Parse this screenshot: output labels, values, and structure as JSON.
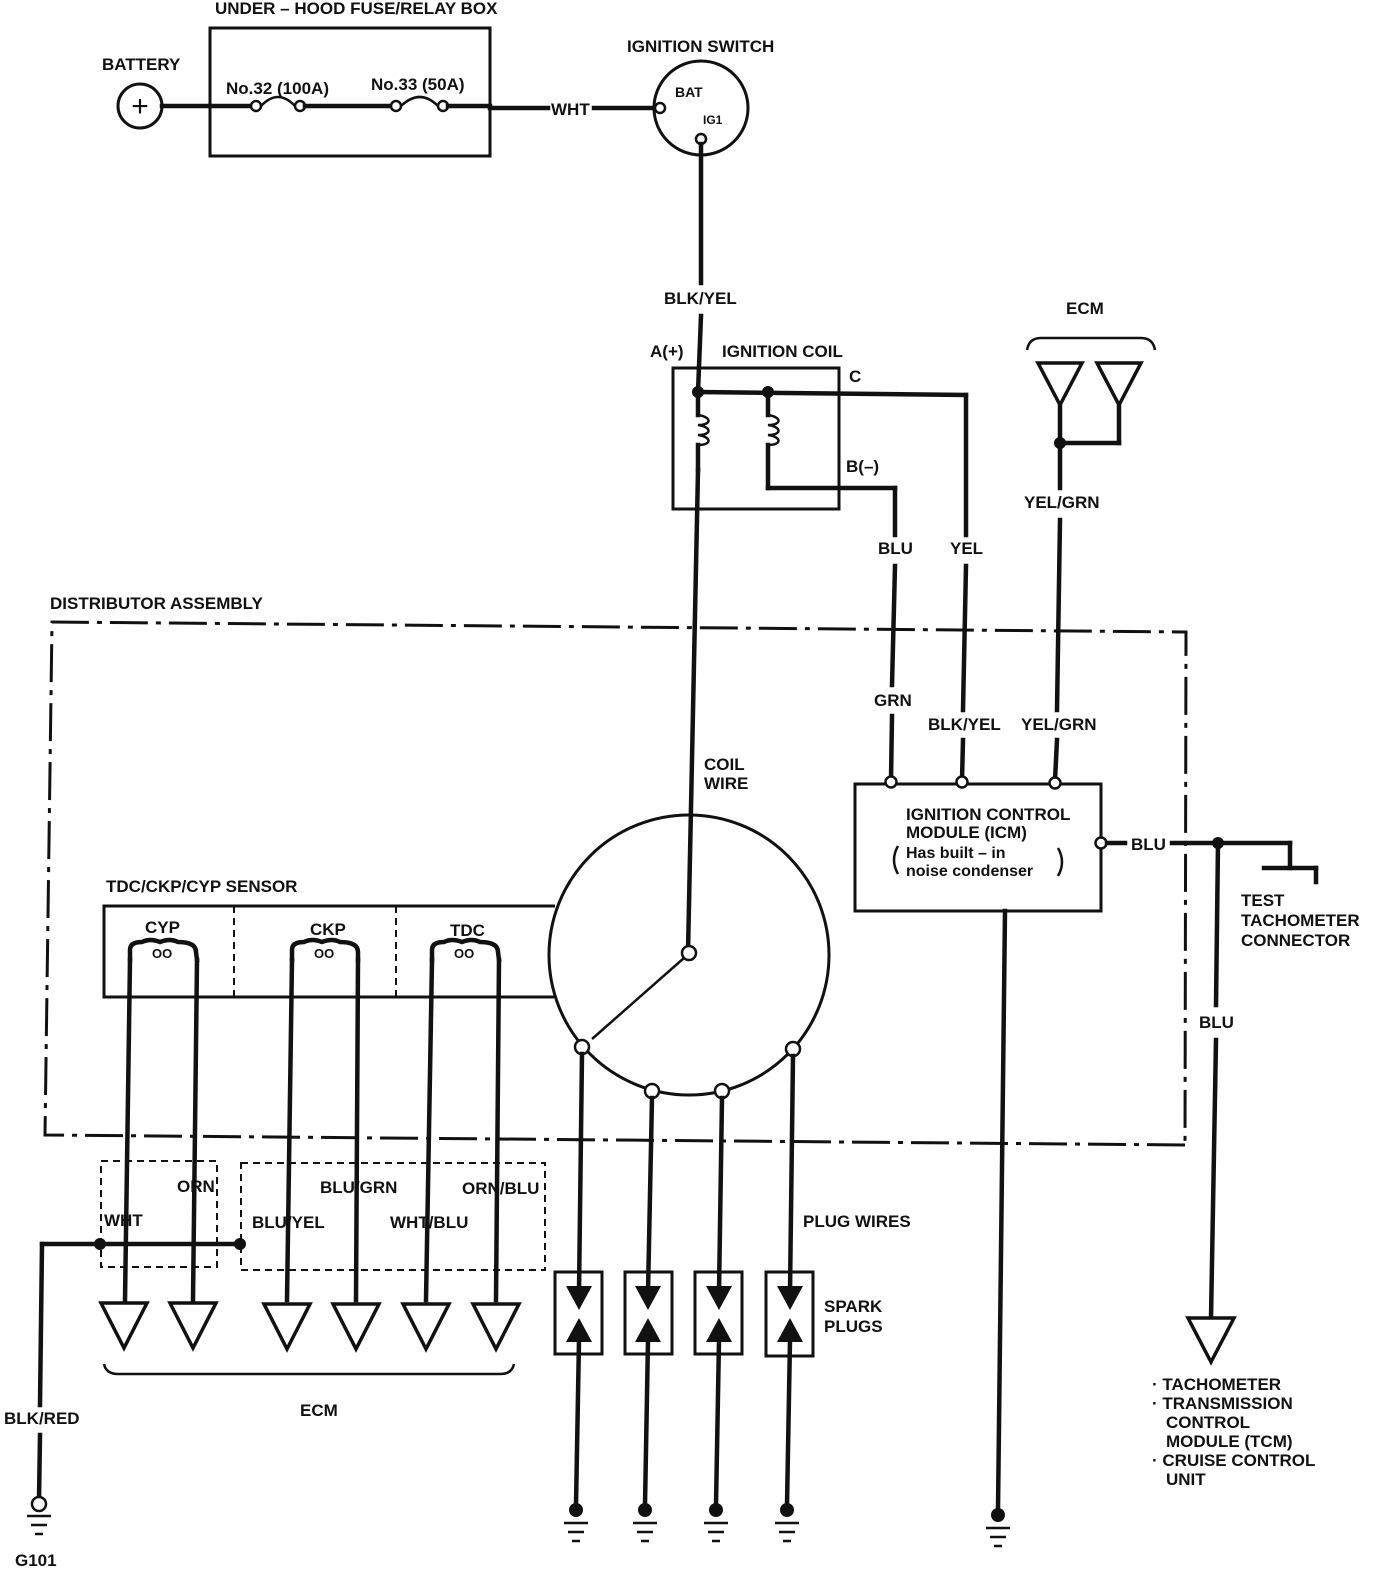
{
  "labels": {
    "fuse_box": "UNDER – HOOD FUSE/RELAY BOX",
    "battery": "BATTERY",
    "battery_symbol": "+",
    "fuse32": "No.32 (100A)",
    "fuse33": "No.33 (50A)",
    "wire_wht_top": "WHT",
    "ignition_switch": "IGNITION SWITCH",
    "bat": "BAT",
    "ig1": "IG1",
    "wire_blk_yel_top": "BLK/YEL",
    "coil_a": "A(+)",
    "ignition_coil": "IGNITION COIL",
    "coil_c": "C",
    "coil_b": "B(–)",
    "ecm_top": "ECM",
    "wire_yel_grn_top": "YEL/GRN",
    "wire_blu_coil": "BLU",
    "wire_yel_coil": "YEL",
    "distributor_assembly": "DISTRIBUTOR ASSEMBLY",
    "wire_grn": "GRN",
    "wire_blk_yel_icm": "BLK/YEL",
    "wire_yel_grn_icm": "YEL/GRN",
    "coil_wire_1": "COIL",
    "coil_wire_2": "WIRE",
    "icm_1": "IGNITION CONTROL",
    "icm_2": "MODULE (ICM)",
    "icm_3": "Has built – in",
    "icm_4": "noise condenser",
    "wire_blu_icm": "BLU",
    "test_tach_1": "TEST",
    "test_tach_2": "TACHOMETER",
    "test_tach_3": "CONNECTOR",
    "wire_blu_right": "BLU",
    "sensor": "TDC/CKP/CYP SENSOR",
    "cyp": "CYP",
    "ckp": "CKP",
    "tdc": "TDC",
    "wire_orn": "ORN",
    "wire_wht": "WHT",
    "wire_blu_grn": "BLU/GRN",
    "wire_blu_yel": "BLU/YEL",
    "wire_wht_blu": "WHT/BLU",
    "wire_orn_blu": "ORN/BLU",
    "plug_wires": "PLUG WIRES",
    "spark_plugs_1": "SPARK",
    "spark_plugs_2": "PLUGS",
    "ecm_bottom": "ECM",
    "wire_blk_red": "BLK/RED",
    "ground": "G101",
    "dest_1": "· TACHOMETER",
    "dest_2": "· TRANSMISSION",
    "dest_3": "CONTROL",
    "dest_4": "MODULE (TCM)",
    "dest_5": "· CRUISE CONTROL",
    "dest_6": "UNIT"
  }
}
